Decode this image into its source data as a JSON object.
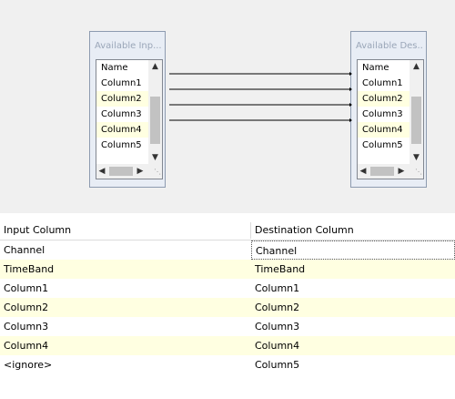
{
  "mapping_canvas": {
    "input_box": {
      "title": "Available Inp...",
      "header": "Name",
      "columns": [
        "Column1",
        "Column2",
        "Column3",
        "Column4",
        "Column5"
      ],
      "alt_rows": [
        1,
        3
      ]
    },
    "destination_box": {
      "title": "Available Des...",
      "header": "Name",
      "columns": [
        "Column1",
        "Column2",
        "Column3",
        "Column4",
        "Column5"
      ],
      "alt_rows": [
        1,
        3
      ]
    },
    "mapped_row_count": 4
  },
  "grid": {
    "headers": {
      "input": "Input Column",
      "destination": "Destination Column"
    },
    "rows": [
      {
        "input": "Channel",
        "destination": "Channel",
        "highlight": false
      },
      {
        "input": "TimeBand",
        "destination": "TimeBand",
        "highlight": true
      },
      {
        "input": "Column1",
        "destination": "Column1",
        "highlight": false
      },
      {
        "input": "Column2",
        "destination": "Column2",
        "highlight": true
      },
      {
        "input": "Column3",
        "destination": "Column3",
        "highlight": false
      },
      {
        "input": "Column4",
        "destination": "Column4",
        "highlight": true
      },
      {
        "input": "<ignore>",
        "destination": "Column5",
        "highlight": false
      }
    ]
  },
  "colors": {
    "row_highlight": "#ffffe1",
    "canvas_background": "#f0f0f0",
    "box_background": "#e8edf5"
  }
}
